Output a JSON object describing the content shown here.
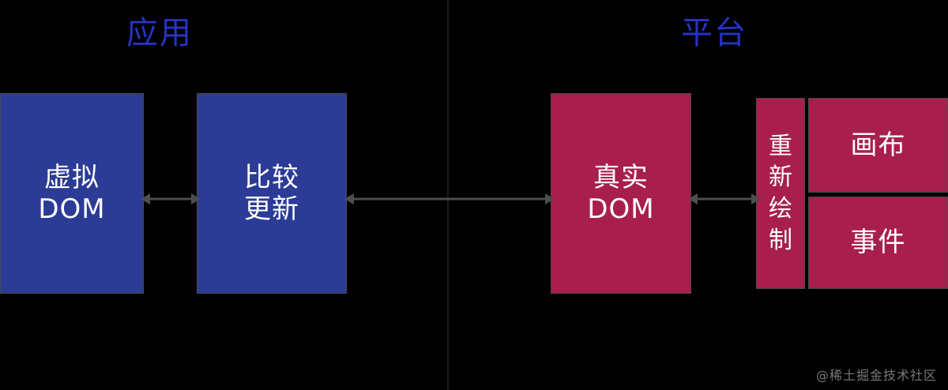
{
  "diagram": {
    "title_app": "应用",
    "title_platform": "平台",
    "colors": {
      "background": "#000000",
      "app_box": "#2b3b96",
      "platform_box": "#a81f4d",
      "heading": "#2633c4",
      "box_border": "#4a4a4a",
      "divider": "#1d1d1d",
      "connector": "#4d4d4d",
      "box_text": "#ffffff",
      "watermark": "#8e8e8e"
    },
    "nodes": [
      {
        "id": "virtual-dom",
        "side": "app",
        "lines": [
          "虚拟",
          "DOM"
        ],
        "line1": "虚拟",
        "line2": "DOM"
      },
      {
        "id": "diff-update",
        "side": "app",
        "lines": [
          "比较",
          "更新"
        ],
        "line1": "比较",
        "line2": "更新"
      },
      {
        "id": "real-dom",
        "side": "platform",
        "lines": [
          "真实",
          "DOM"
        ],
        "line1": "真实",
        "line2": "DOM"
      },
      {
        "id": "repaint",
        "side": "platform",
        "lines": [
          "重",
          "新",
          "绘",
          "制"
        ],
        "line1": "重",
        "line2": "新",
        "line3": "绘",
        "line4": "制"
      },
      {
        "id": "canvas",
        "side": "platform",
        "lines": [
          "画布"
        ],
        "line1": "画布"
      },
      {
        "id": "events",
        "side": "platform",
        "lines": [
          "事件"
        ],
        "line1": "事件"
      }
    ],
    "connectors": [
      {
        "id": "vdom-to-diff",
        "from": "virtual-dom",
        "to": "diff-update",
        "style": "double-arrow"
      },
      {
        "id": "diff-to-realdom",
        "from": "diff-update",
        "to": "real-dom",
        "style": "double-arrow"
      },
      {
        "id": "realdom-to-repaint",
        "from": "real-dom",
        "to": "repaint",
        "style": "double-arrow"
      }
    ],
    "watermark": "@稀土掘金技术社区"
  }
}
